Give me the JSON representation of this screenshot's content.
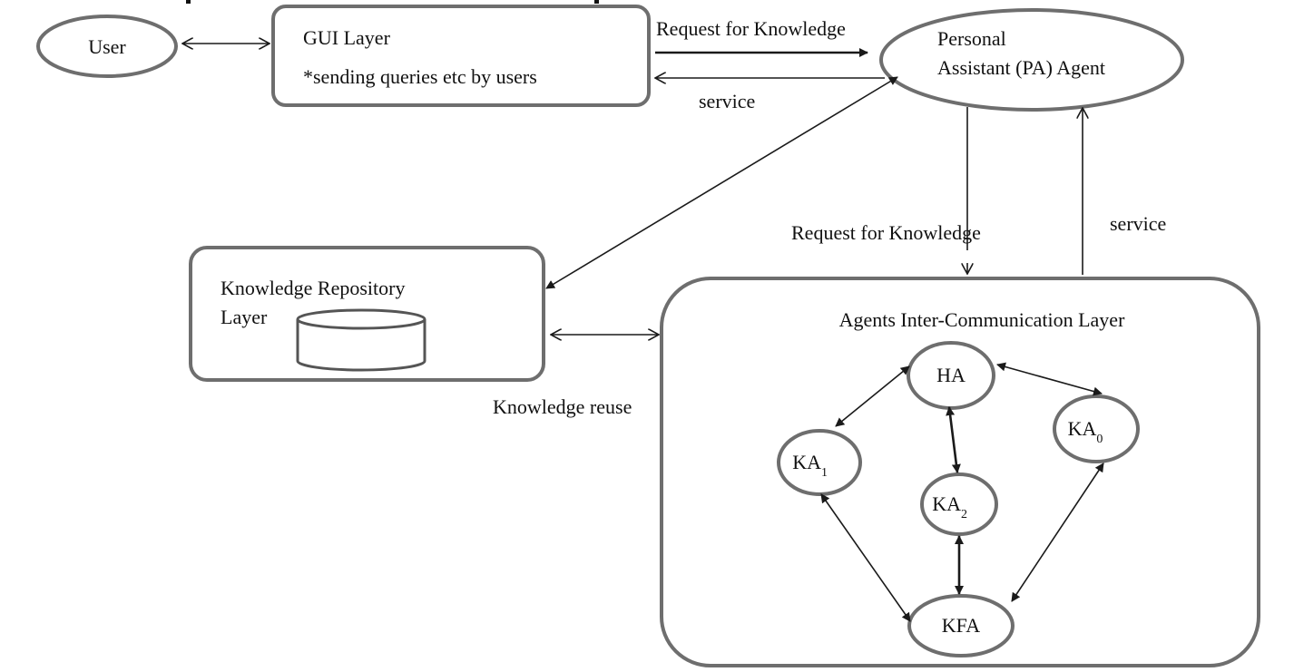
{
  "nodes": {
    "user": "User",
    "gui_layer_title": "GUI Layer",
    "gui_layer_note": "*sending queries etc by users",
    "pa_agent_line1": "Personal",
    "pa_agent_line2": "Assistant (PA) Agent",
    "knowledge_repo_line1": "Knowledge Repository",
    "knowledge_repo_line2": "Layer",
    "agents_layer_title": "Agents Inter-Communication Layer",
    "ha": "HA",
    "ka0_base": "KA",
    "ka0_sub": "0",
    "ka1_base": "KA",
    "ka1_sub": "1",
    "ka2_base": "KA",
    "ka2_sub": "2",
    "kfa": "KFA"
  },
  "edge_labels": {
    "gui_to_pa_request": "Request for Knowledge",
    "pa_to_gui_service": "service",
    "pa_to_agents_request": "Request for Knowledge",
    "agents_to_pa_service": "service",
    "repo_agents_reuse": "Knowledge reuse"
  }
}
